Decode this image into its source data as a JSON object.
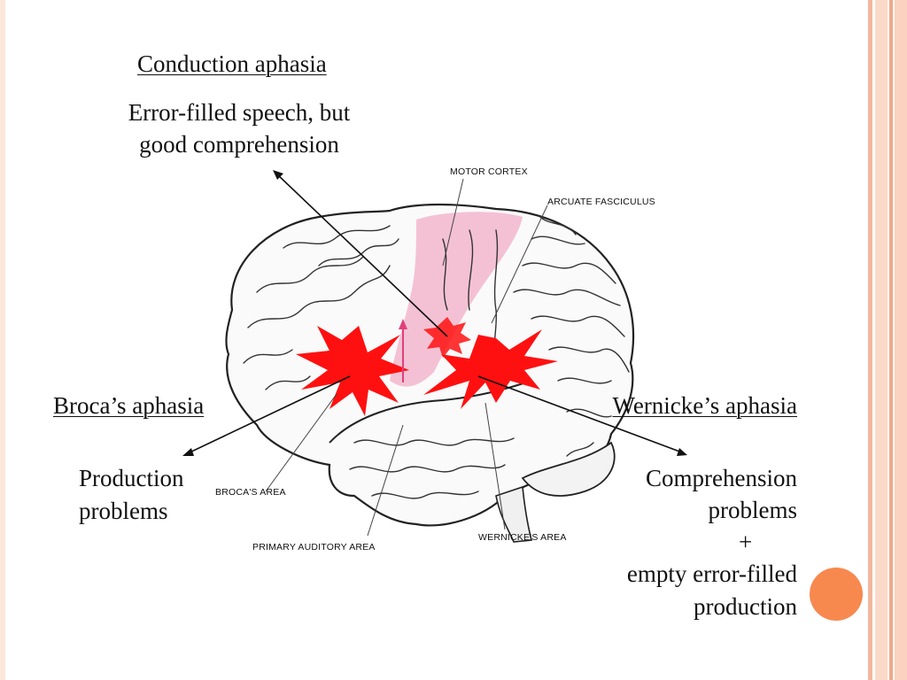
{
  "conduction": {
    "title": "Conduction aphasia",
    "desc_line1": "Error-filled speech, but",
    "desc_line2": "good comprehension"
  },
  "broca": {
    "title": "Broca’s aphasia",
    "desc_line1": "Production",
    "desc_line2": "problems"
  },
  "wernicke": {
    "title": "Wernicke’s aphasia",
    "desc_line1": "Comprehension",
    "desc_line2": "problems",
    "desc_line3": "+",
    "desc_line4": "empty error-filled",
    "desc_line5": "production"
  },
  "diagram_labels": {
    "motor_cortex": "MOTOR CORTEX",
    "arcuate": "ARCUATE FASCICULUS",
    "brocas_area": "BROCA'S AREA",
    "primary_auditory": "PRIMARY AUDITORY AREA",
    "wernickes_area": "WERNICKE'S AREA"
  },
  "colors": {
    "highlight_red": "#ff1010",
    "motor_pink": "#f2b6cc",
    "accent_orange": "#f7894f"
  }
}
